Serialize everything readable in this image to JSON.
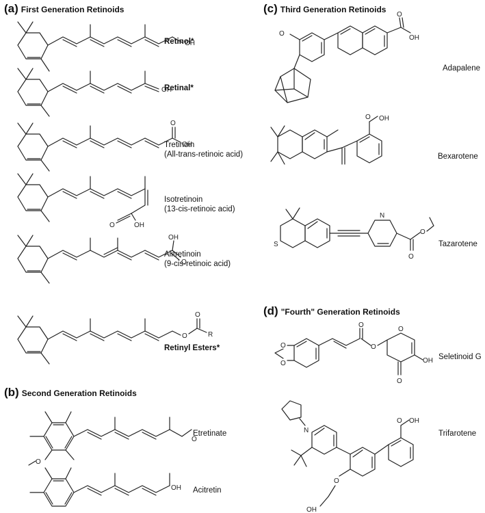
{
  "panels": {
    "a": {
      "letter": "(a)",
      "title": "First Generation Retinoids"
    },
    "b": {
      "letter": "(b)",
      "title": "Second Generation Retinoids"
    },
    "c": {
      "letter": "(c)",
      "title": "Third Generation Retinoids"
    },
    "d": {
      "letter": "(d)",
      "title": "\"Fourth\" Generation Retinoids"
    }
  },
  "compounds": {
    "retinol": "Retinol*",
    "retinal": "Retinal*",
    "tretinoin": [
      "Tretinoin",
      "(All-trans-retinoic acid)"
    ],
    "isotretinoin": [
      "Isotretinoin",
      "(13-cis-retinoic acid)"
    ],
    "alitretinoin": [
      "Alitretinoin",
      "(9-cis-retinoic acid)"
    ],
    "retinyl_esters": "Retinyl Esters*",
    "etretinate": "Etretinate",
    "acitretin": "Acitretin",
    "adapalene": "Adapalene",
    "bexarotene": "Bexarotene",
    "tazarotene": "Tazarotene",
    "seletinoid": "Seletinoid G",
    "trifarotene": "Trifarotene"
  },
  "atoms": {
    "oh": "OH",
    "o": "O",
    "r": "R",
    "n": "N",
    "s": "S"
  }
}
